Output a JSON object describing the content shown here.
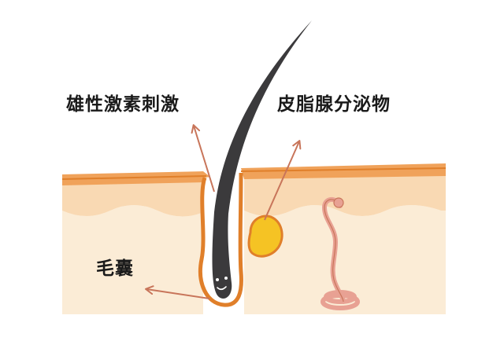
{
  "labels": {
    "androgen_stimulation": "雄性激素刺激",
    "sebum_secretion": "皮脂腺分泌物",
    "hair_follicle": "毛囊"
  },
  "colors": {
    "background": "#ffffff",
    "skin_surface": "#f0a25a",
    "skin_surface_dark": "#e07f2a",
    "dermis": "#fbecd6",
    "epidermis": "#f9d9b3",
    "hair": "#3b3a3c",
    "sebaceous_gland": "#f5c324",
    "arrow": "#c8755a",
    "sweat_gland": "#e8a193",
    "label_text": "#1a1a1a"
  },
  "icons": {
    "hair_face": "smiling-face-icon"
  }
}
